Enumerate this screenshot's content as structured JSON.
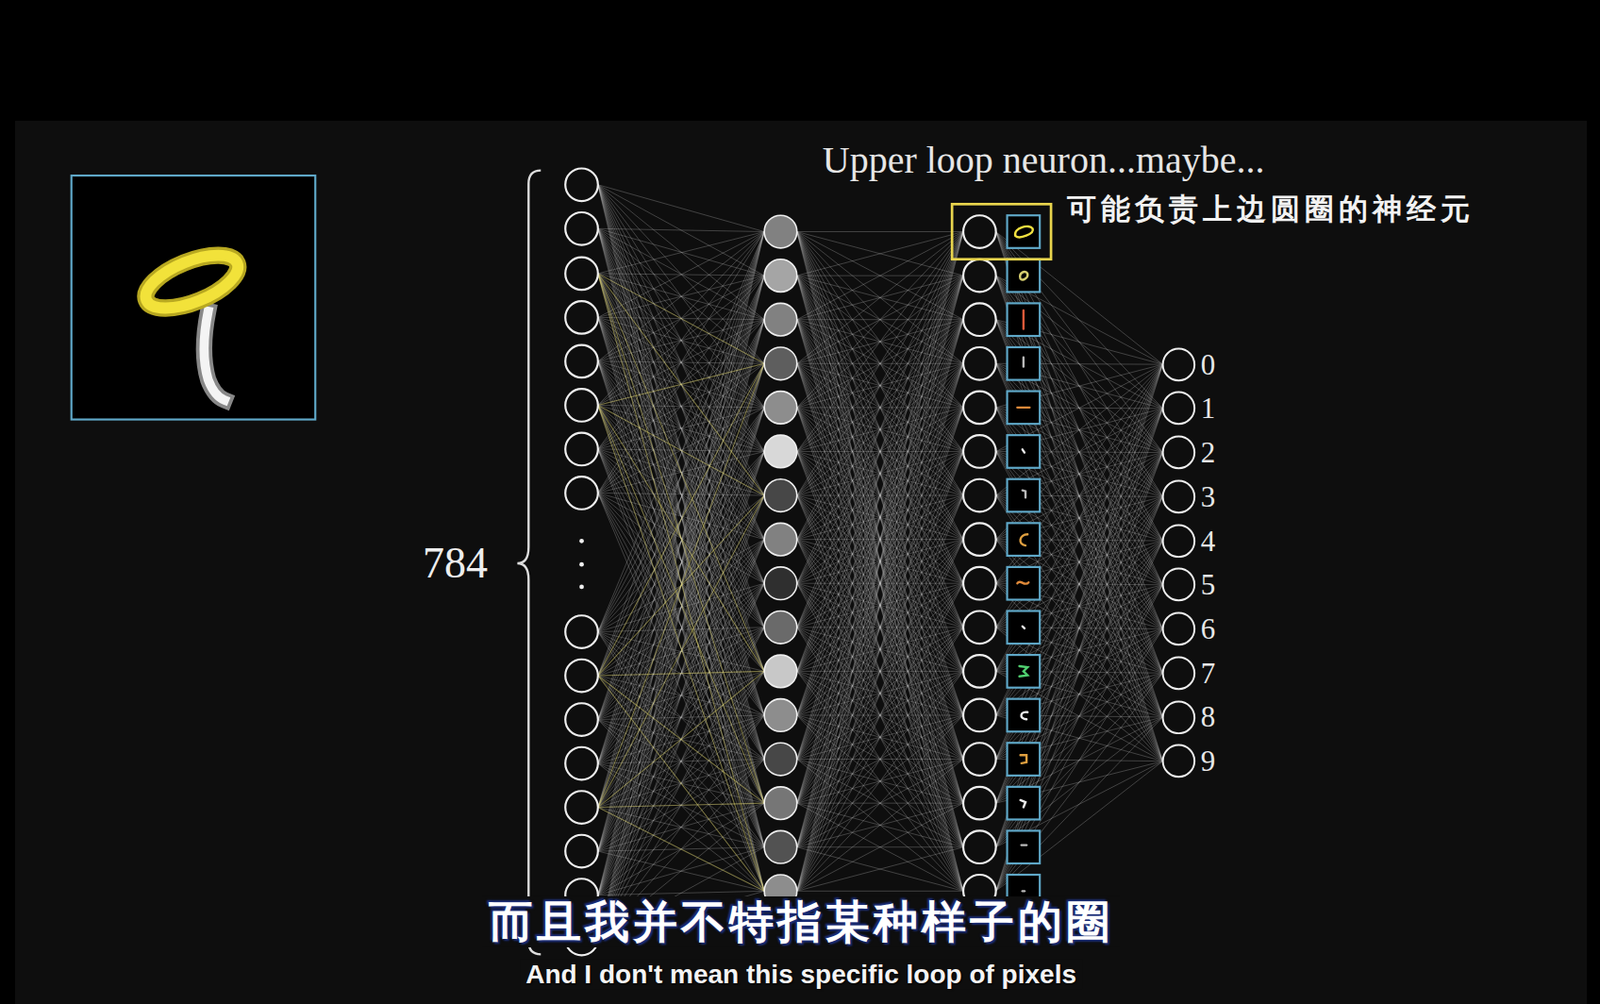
{
  "diagram": {
    "nodes": [
      {
        "text": [
          "0"
        ]
      },
      {
        "text": [
          "1"
        ]
      },
      {
        "text": [
          "2"
        ]
      },
      {
        "text": [
          "3"
        ]
      },
      {
        "text": [
          "4"
        ]
      },
      {
        "text": [
          "5"
        ]
      },
      {
        "text": [
          "6"
        ]
      },
      {
        "text": [
          "7"
        ]
      },
      {
        "text": [
          "8"
        ]
      },
      {
        "text": [
          "9"
        ]
      }
    ],
    "labels": [
      "Upper loop neuron...maybe...",
      "可能负责上边圆圈的神经元",
      "784",
      "而且我并不特指某种样子的圈",
      "And I don't mean this specific loop of pixels"
    ]
  }
}
